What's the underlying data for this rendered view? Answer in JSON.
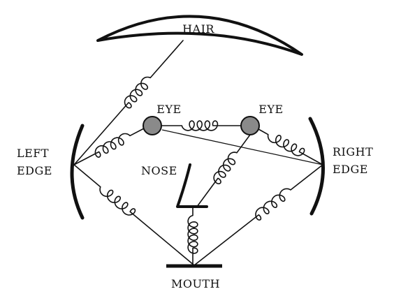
{
  "diagram": {
    "labels": {
      "hair": "HAIR",
      "left_eye": "EYE",
      "right_eye": "EYE",
      "left_edge_line1": "LEFT",
      "left_edge_line2": "EDGE",
      "right_edge_line1": "RIGHT",
      "right_edge_line2": "EDGE",
      "nose": "NOSE",
      "mouth": "MOUTH"
    },
    "colors": {
      "ink": "#111111",
      "eye_fill": "#8a8a8a",
      "background": "#ffffff"
    }
  }
}
